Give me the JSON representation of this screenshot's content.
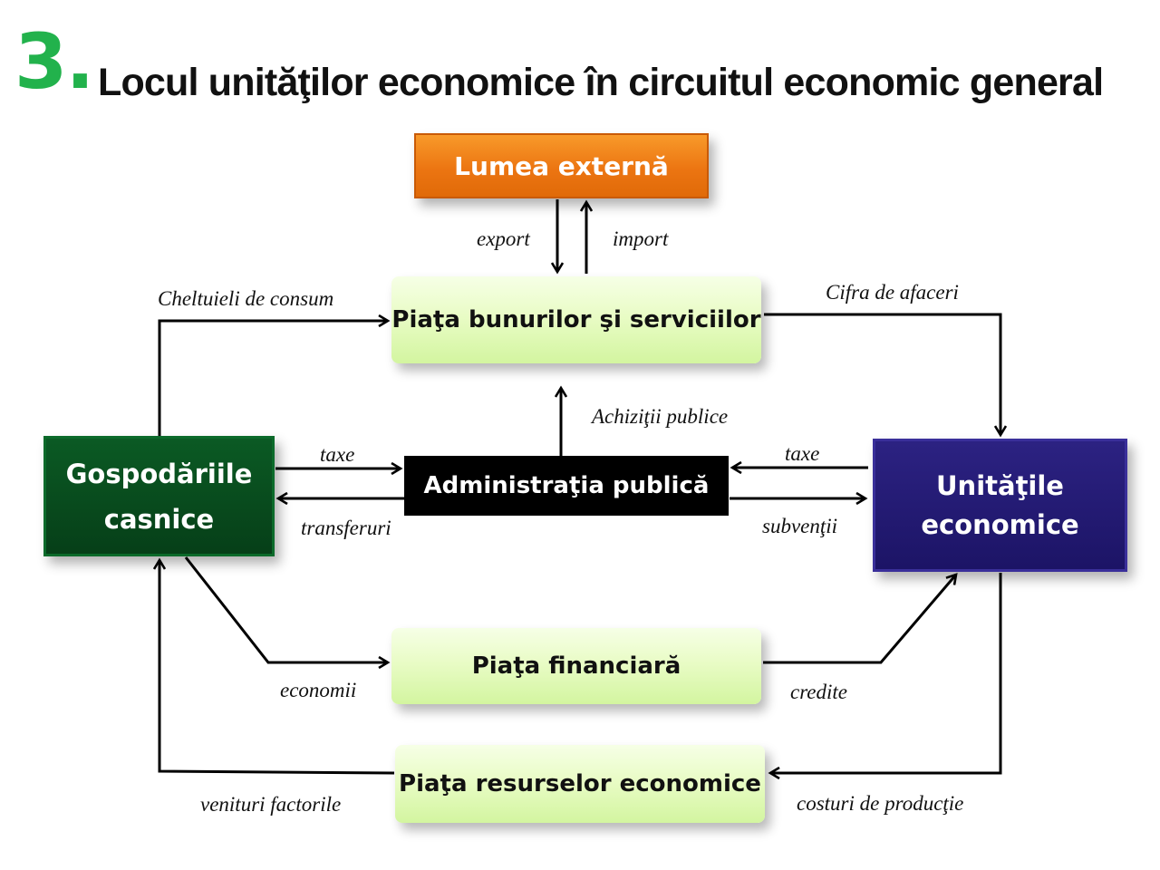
{
  "title": {
    "number": "3.",
    "text": "Locul unităţilor economice în circuitul economic general"
  },
  "nodes": {
    "external": "Lumea externă",
    "goods_market": "Piaţa bunurilor şi serviciilor",
    "public_admin": "Administraţia publică",
    "households": [
      "Gospodăriile",
      "casnice"
    ],
    "firms": [
      "Unităţile",
      "economice"
    ],
    "financial_market": "Piaţa financiară",
    "resources_market": "Piaţa resurselor economice"
  },
  "flows": {
    "export": "export",
    "import": "import",
    "consumption": "Cheltuieli de consum",
    "turnover": "Cifra de afaceri",
    "public_procurement": "Achiziţii publice",
    "household_taxes": "taxe",
    "transfers": "transferuri",
    "firm_taxes": "taxe",
    "subsidies": "subvenţii",
    "savings": "economii",
    "credits": "credite",
    "factor_income": "venituri factorile",
    "production_costs": "costuri de producţie"
  },
  "colors": {
    "title_number": "#22b24c",
    "external_box": "#ec7512",
    "market_box": "#e9fcc6",
    "admin_box": "#000000",
    "households_box": "#063f18",
    "firms_box": "#1c1466"
  }
}
